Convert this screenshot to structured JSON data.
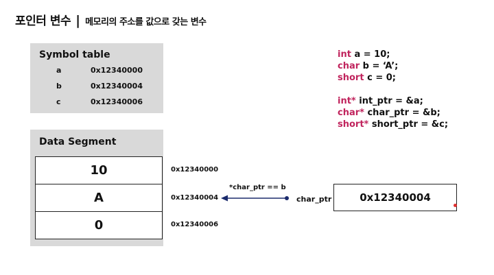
{
  "title": {
    "main": "포인터 변수",
    "separator": "|",
    "subtitle": "메모리의 주소를 값으로 갖는 변수"
  },
  "symbol_table": {
    "title": "Symbol table",
    "rows": [
      {
        "name": "a",
        "address": "0x12340000"
      },
      {
        "name": "b",
        "address": "0x12340004"
      },
      {
        "name": "c",
        "address": "0x12340006"
      }
    ]
  },
  "data_segment": {
    "title": "Data Segment",
    "cells": [
      {
        "value": "10",
        "address": "0x12340000"
      },
      {
        "value": "A",
        "address": "0x12340004"
      },
      {
        "value": "0",
        "address": "0x12340006"
      }
    ]
  },
  "code": {
    "lines1": [
      {
        "type": "int",
        "rest": " a = 10;"
      },
      {
        "type": "char",
        "rest": " b = ‘A’;"
      },
      {
        "type": "short",
        "rest": " c = 0;"
      }
    ],
    "lines2": [
      {
        "type": "int*",
        "rest": " int_ptr = &a;"
      },
      {
        "type": "char*",
        "rest": " char_ptr = &b;"
      },
      {
        "type": "short*",
        "rest": " short_ptr = &c;"
      }
    ]
  },
  "pointer": {
    "label": "char_ptr",
    "value": "0x12340004",
    "deref_label": "*char_ptr == b"
  },
  "colors": {
    "keyword": "#c0245d",
    "panel": "#d9d9d9",
    "arrow": "#1a2a6c"
  }
}
